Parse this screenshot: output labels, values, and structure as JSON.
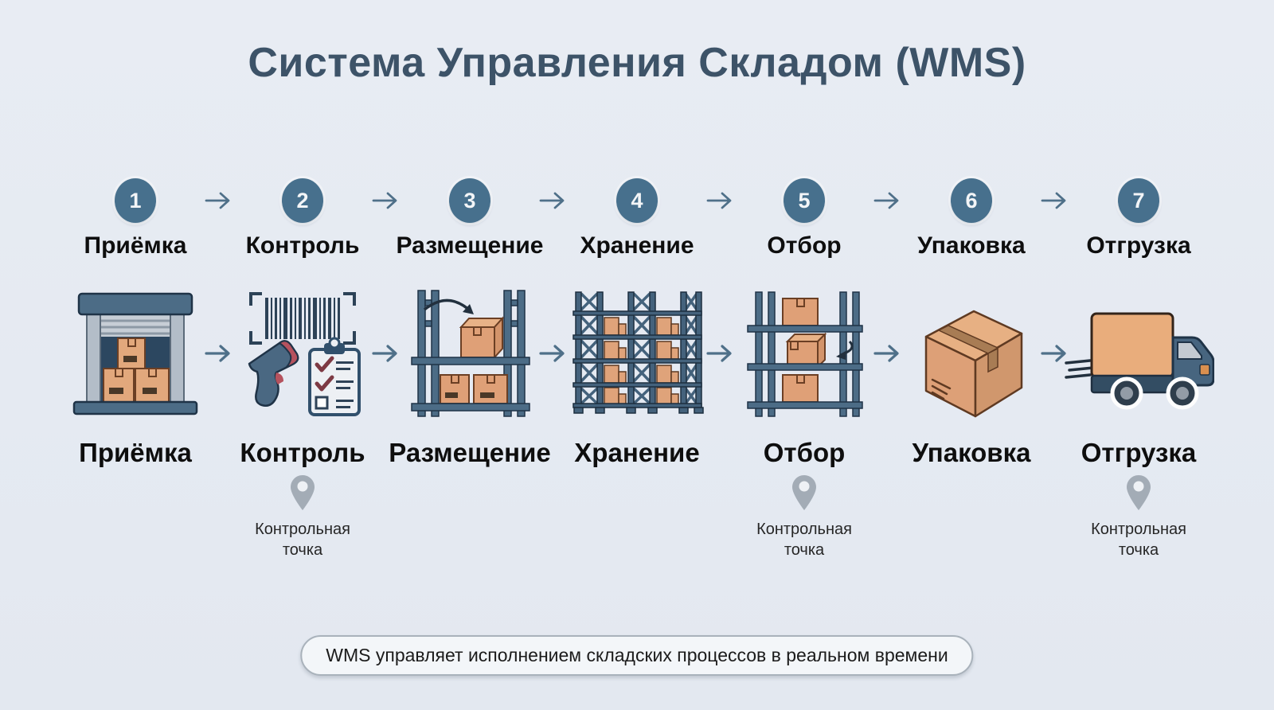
{
  "title": "Система Управления Складом (WMS)",
  "steps": [
    {
      "number": "1",
      "label": "Приёмка",
      "bottom_label": "Приёмка",
      "icon": "warehouse-dock-icon",
      "checkpoint": ""
    },
    {
      "number": "2",
      "label": "Контроль",
      "bottom_label": "Контроль",
      "icon": "barcode-scanner-checklist-icon",
      "checkpoint": "Контрольная точка"
    },
    {
      "number": "3",
      "label": "Размещение",
      "bottom_label": "Размещение",
      "icon": "putaway-shelf-icon",
      "checkpoint": ""
    },
    {
      "number": "4",
      "label": "Хранение",
      "bottom_label": "Хранение",
      "icon": "storage-rack-icon",
      "checkpoint": ""
    },
    {
      "number": "5",
      "label": "Отбор",
      "bottom_label": "Отбор",
      "icon": "picking-shelf-icon",
      "checkpoint": "Контрольная точка"
    },
    {
      "number": "6",
      "label": "Упаковка",
      "bottom_label": "Упаковка",
      "icon": "packing-box-icon",
      "checkpoint": ""
    },
    {
      "number": "7",
      "label": "Отгрузка",
      "bottom_label": "Отгрузка",
      "icon": "delivery-truck-icon",
      "checkpoint": "Контрольная точка"
    }
  ],
  "footer_note": "WMS управляет исполнением складских процессов в реальном времени",
  "colors": {
    "background": "#e7ebf2",
    "title": "#3d5368",
    "step_circle": "#47708d",
    "arrow": "#4f7089",
    "frame_blue": "#4c6c86",
    "interior_navy": "#2c4760",
    "box_orange": "#e0a67b",
    "checkpoint_pin": "#a3acb6"
  }
}
